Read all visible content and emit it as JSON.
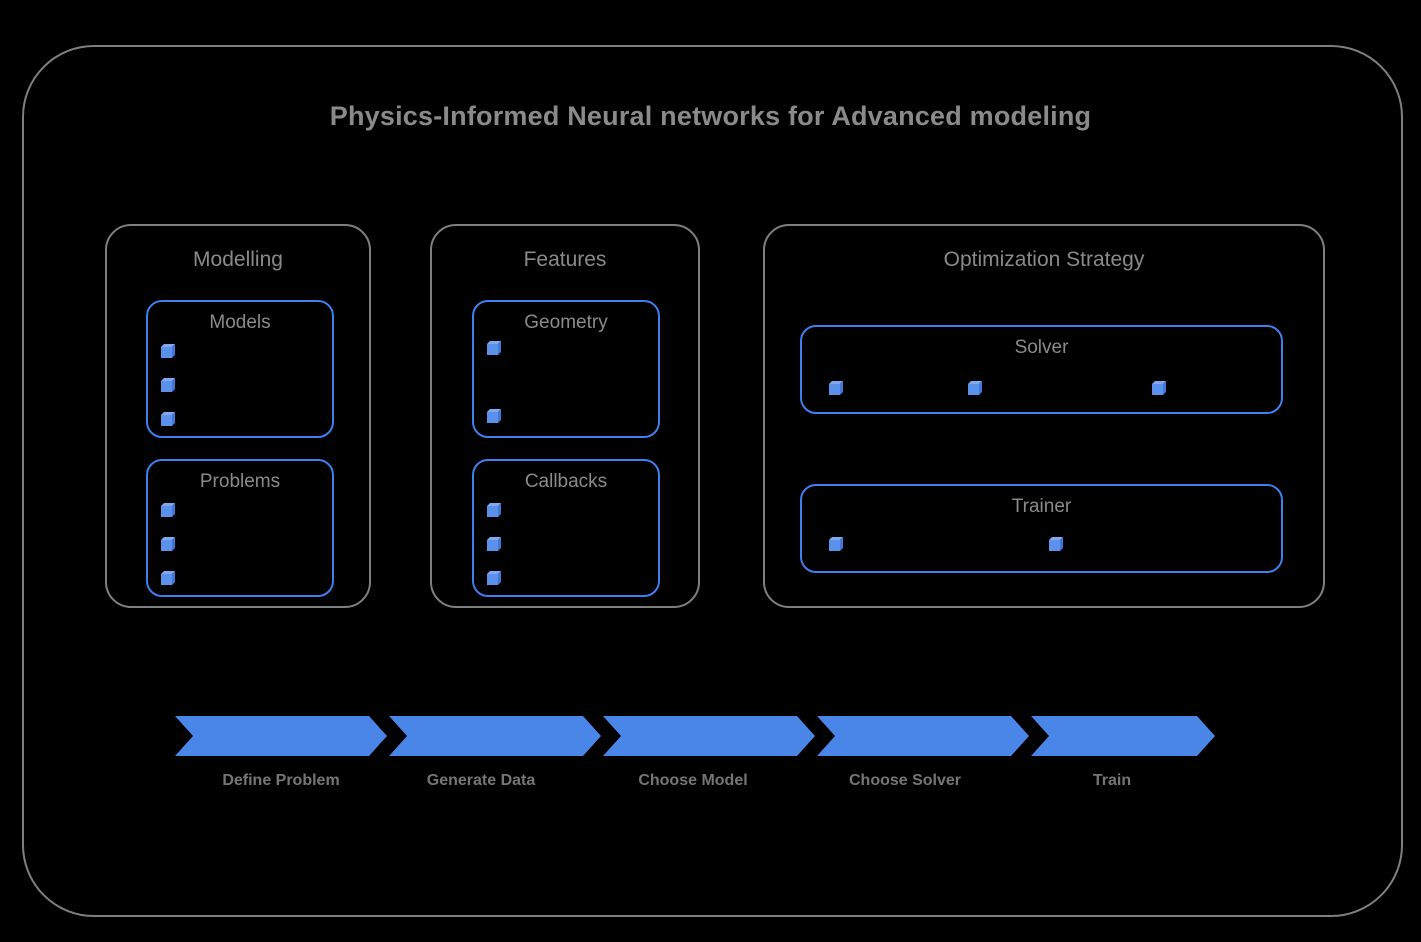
{
  "diagram": {
    "title": "Physics-Informed Neural networks for Advanced modeling",
    "colors": {
      "background": "#000000",
      "frame_border": "#7f7f7f",
      "panel_border": "#3f7ff0",
      "text": "#8a8a8a",
      "accent_blue": "#4a86e8",
      "cube_face": "#5b91ea",
      "cube_top": "#7aa7ef",
      "cube_side": "#3f78d8"
    }
  },
  "groups": [
    {
      "name": "modelling",
      "title": "Modelling",
      "panels": [
        {
          "name": "models",
          "title": "Models",
          "bullet_count": 3,
          "bullet_layout": "vertical"
        },
        {
          "name": "problems",
          "title": "Problems",
          "bullet_count": 3,
          "bullet_layout": "vertical"
        }
      ]
    },
    {
      "name": "features",
      "title": "Features",
      "panels": [
        {
          "name": "geometry",
          "title": "Geometry",
          "bullet_count": 2,
          "bullet_layout": "vertical-spread"
        },
        {
          "name": "callbacks",
          "title": "Callbacks",
          "bullet_count": 3,
          "bullet_layout": "vertical"
        }
      ]
    },
    {
      "name": "optimization-strategy",
      "title": "Optimization Strategy",
      "panels": [
        {
          "name": "solver",
          "title": "Solver",
          "bullet_count": 3,
          "bullet_layout": "horizontal"
        },
        {
          "name": "trainer",
          "title": "Trainer",
          "bullet_count": 2,
          "bullet_layout": "horizontal"
        }
      ]
    }
  ],
  "pipeline": {
    "steps": [
      {
        "label": "Define Problem"
      },
      {
        "label": "Generate Data"
      },
      {
        "label": "Choose Model"
      },
      {
        "label": "Choose Solver"
      },
      {
        "label": "Train"
      }
    ]
  }
}
